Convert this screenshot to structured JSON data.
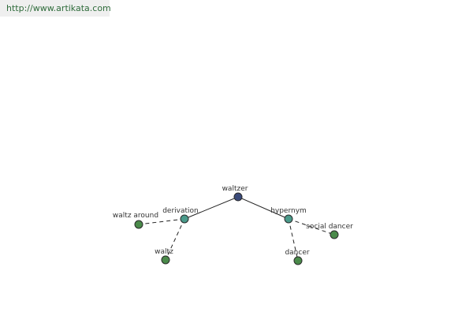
{
  "header": {
    "url_text": "http://www.artikata.com"
  },
  "colors": {
    "root_node": "#3a4a7a",
    "relation_node": "#4a9a8a",
    "leaf_node": "#4a8a4a"
  },
  "graph": {
    "root": {
      "label": "waltzer"
    },
    "relations": [
      {
        "label": "derivation"
      },
      {
        "label": "hypernym"
      }
    ],
    "leaves": [
      {
        "label": "waltz around"
      },
      {
        "label": "waltz"
      },
      {
        "label": "social dancer"
      },
      {
        "label": "dancer"
      }
    ]
  }
}
